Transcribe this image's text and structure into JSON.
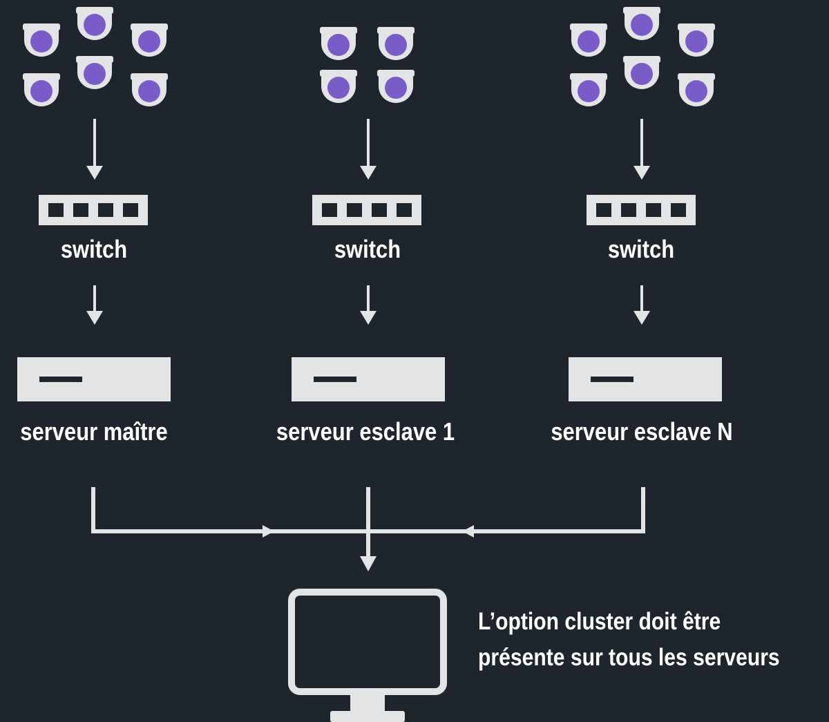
{
  "colors": {
    "background": "#1f252d",
    "device": "#e2e4e6",
    "camera_lens": "#7a5cc9",
    "text": "#ffffff"
  },
  "columns": [
    {
      "switch_label": "switch",
      "server_label": "serveur maître",
      "camera_count": 6
    },
    {
      "switch_label": "switch",
      "server_label": "serveur esclave 1",
      "camera_count": 4
    },
    {
      "switch_label": "switch",
      "server_label": "serveur esclave N",
      "camera_count": 6
    }
  ],
  "note": {
    "line1": "L’option cluster doit être",
    "line2": "présente sur tous les serveurs"
  },
  "icons": [
    "dome-camera-icon",
    "switch-icon",
    "server-icon",
    "monitor-icon",
    "arrow-icon"
  ]
}
